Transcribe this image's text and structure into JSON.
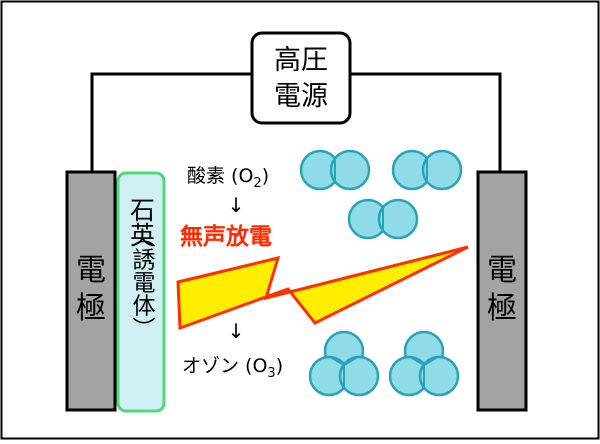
{
  "power_source": {
    "line1": "高圧",
    "line2": "電源"
  },
  "electrode_left": {
    "char1": "電",
    "char2": "極"
  },
  "electrode_right": {
    "char1": "電",
    "char2": "極"
  },
  "dielectric": {
    "main": "石英",
    "sub": "（誘電体）"
  },
  "labels": {
    "oxygen": "酸素 (O",
    "oxygen_sub": "2",
    "oxygen_close": ")",
    "arrow_top": "↓",
    "discharge": "無声放電",
    "arrow_bottom": "↓",
    "ozone": "オゾン (O",
    "ozone_sub": "3",
    "ozone_close": ")"
  },
  "colors": {
    "electrode": "#a3a3a3",
    "dielectric_fill": "#cfeff5",
    "dielectric_border": "#4fd97a",
    "molecule": "#8fdce8",
    "molecule_stroke": "#2aa3b8",
    "discharge_text": "#ff2a00",
    "bolt_fill": "#ffee00",
    "bolt_stroke": "#ff3000"
  }
}
